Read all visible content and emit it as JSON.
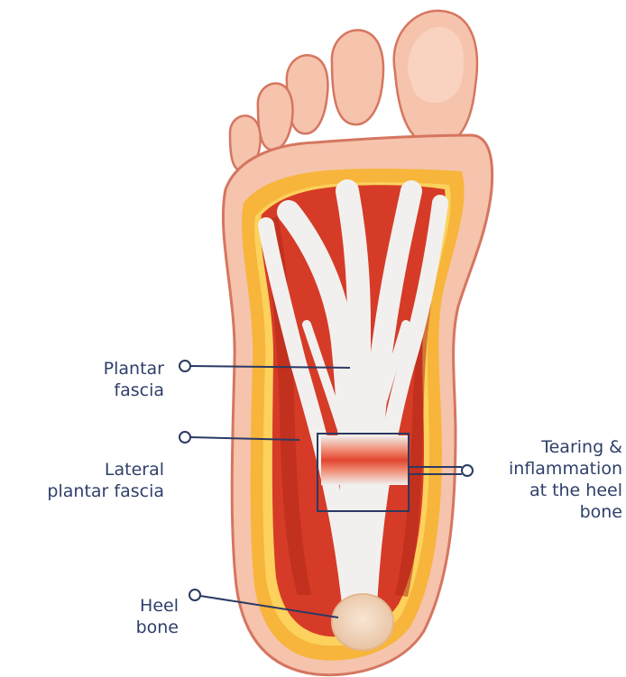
{
  "colors": {
    "skin": "#f6c3ad",
    "skin_dark": "#e89f86",
    "skin_outline": "#d57660",
    "fat": "#f7b53b",
    "fat_light": "#fcd15c",
    "muscle": "#d63b27",
    "muscle_dark": "#b22818",
    "fascia": "#f2f0ee",
    "bone": "#f1d6bf",
    "label_text": "#2f3f6a",
    "callout_line": "#2b3a63"
  },
  "labels": {
    "plantar_fascia": {
      "line1": "Plantar",
      "line2": "fascia"
    },
    "lateral_plantar_fascia": {
      "line1": "Lateral",
      "line2": "plantar fascia"
    },
    "heel_bone": {
      "line1": "Heel",
      "line2": "bone"
    },
    "tearing": {
      "line1": "Tearing &",
      "line2": "inflammation",
      "line3": "at the heel",
      "line4": "bone"
    }
  }
}
